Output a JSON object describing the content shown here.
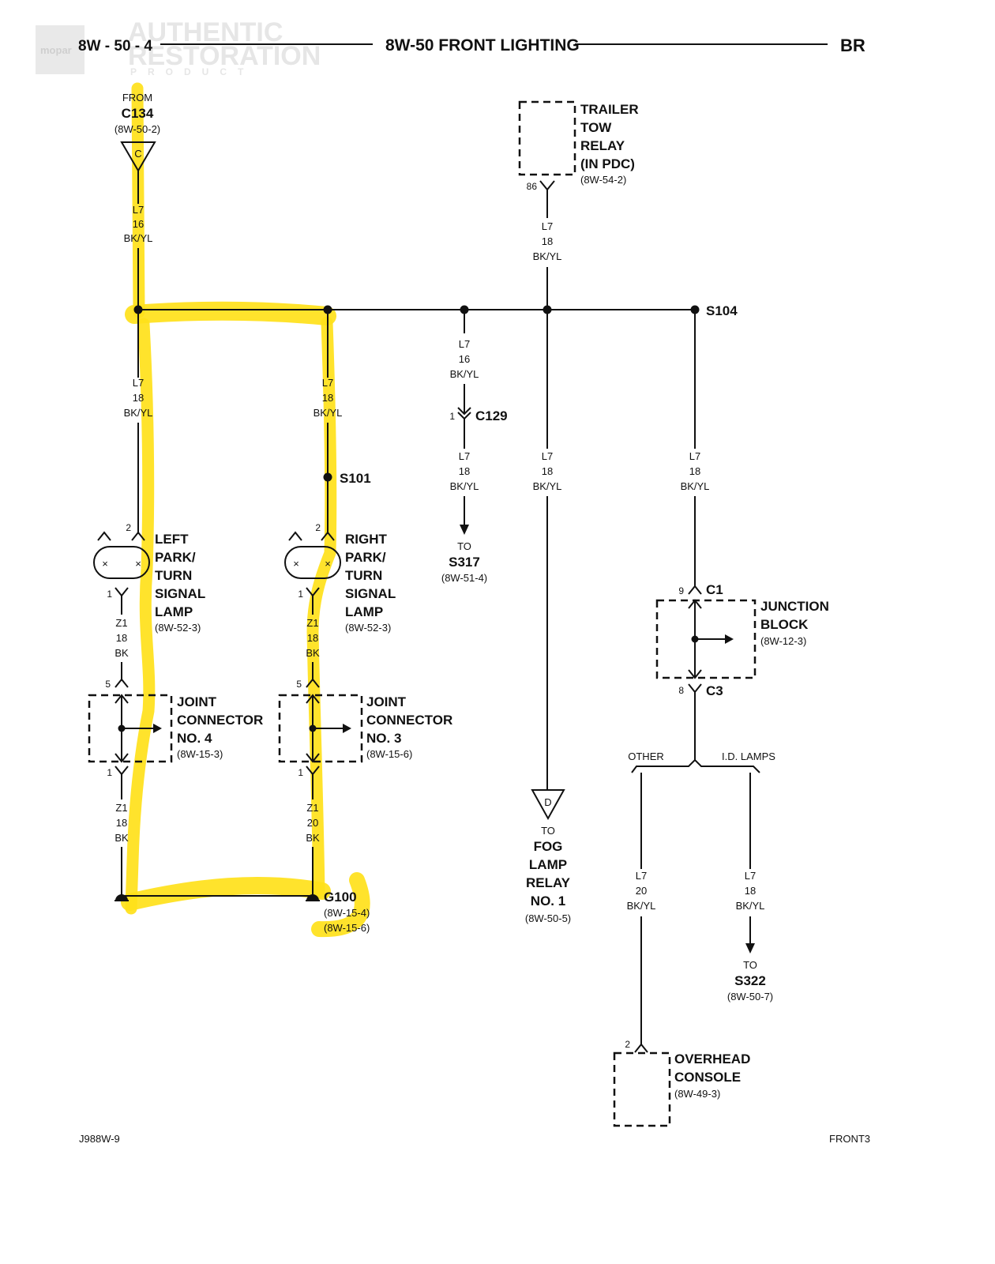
{
  "header": {
    "page_number": "8W - 50 - 4",
    "title": "8W-50 FRONT LIGHTING",
    "model": "BR",
    "logo_text": "mopar",
    "watermark_line1": "AUTHENTIC",
    "watermark_line2": "RESTORATION",
    "watermark_line3": "PRODUCT"
  },
  "source": {
    "from": "FROM",
    "connector": "C134",
    "ref": "(8W-50-2)",
    "symbol": "C"
  },
  "trailer_relay": {
    "line1": "TRAILER",
    "line2": "TOW",
    "line3": "RELAY",
    "line4": "(IN PDC)",
    "ref": "(8W-54-2)",
    "pin": "86"
  },
  "wires": {
    "c134": {
      "circuit": "L7",
      "gauge": "16",
      "color": "BK/YL"
    },
    "relay": {
      "circuit": "L7",
      "gauge": "18",
      "color": "BK/YL"
    },
    "left_lamp_feed": {
      "circuit": "L7",
      "gauge": "18",
      "color": "BK/YL"
    },
    "right_lamp_feed": {
      "circuit": "L7",
      "gauge": "18",
      "color": "BK/YL"
    },
    "c129_upper": {
      "circuit": "L7",
      "gauge": "16",
      "color": "BK/YL"
    },
    "c129_lower": {
      "circuit": "L7",
      "gauge": "18",
      "color": "BK/YL"
    },
    "fog": {
      "circuit": "L7",
      "gauge": "18",
      "color": "BK/YL"
    },
    "jb_feed": {
      "circuit": "L7",
      "gauge": "18",
      "color": "BK/YL"
    },
    "left_ground_a": {
      "circuit": "Z1",
      "gauge": "18",
      "color": "BK"
    },
    "left_ground_b": {
      "circuit": "Z1",
      "gauge": "18",
      "color": "BK"
    },
    "right_ground_a": {
      "circuit": "Z1",
      "gauge": "18",
      "color": "BK"
    },
    "right_ground_b": {
      "circuit": "Z1",
      "gauge": "20",
      "color": "BK"
    },
    "other": {
      "circuit": "L7",
      "gauge": "20",
      "color": "BK/YL"
    },
    "id_lamps": {
      "circuit": "L7",
      "gauge": "18",
      "color": "BK/YL"
    }
  },
  "splices": {
    "s104": "S104",
    "s101": "S101"
  },
  "c129": {
    "label": "C129",
    "pin": "1"
  },
  "to_s317": {
    "to": "TO",
    "target": "S317",
    "ref": "(8W-51-4)"
  },
  "to_fog": {
    "symbol": "D",
    "to": "TO",
    "line1": "FOG",
    "line2": "LAMP",
    "line3": "RELAY",
    "line4": "NO. 1",
    "ref": "(8W-50-5)"
  },
  "left_lamp": {
    "line1": "LEFT",
    "line2": "PARK/",
    "line3": "TURN",
    "line4": "SIGNAL",
    "line5": "LAMP",
    "ref": "(8W-52-3)",
    "pin_top": "2",
    "pin_bottom": "1"
  },
  "right_lamp": {
    "line1": "RIGHT",
    "line2": "PARK/",
    "line3": "TURN",
    "line4": "SIGNAL",
    "line5": "LAMP",
    "ref": "(8W-52-3)",
    "pin_top": "2",
    "pin_bottom": "1"
  },
  "jc4": {
    "line1": "JOINT",
    "line2": "CONNECTOR",
    "line3": "NO. 4",
    "ref": "(8W-15-3)",
    "pin_top": "5",
    "pin_bottom": "1"
  },
  "jc3": {
    "line1": "JOINT",
    "line2": "CONNECTOR",
    "line3": "NO. 3",
    "ref": "(8W-15-6)",
    "pin_top": "5",
    "pin_bottom": "1"
  },
  "ground": {
    "label": "G100",
    "ref1": "(8W-15-4)",
    "ref2": "(8W-15-6)"
  },
  "junction_block": {
    "line1": "JUNCTION",
    "line2": "BLOCK",
    "ref": "(8W-12-3)",
    "c1": "C1",
    "c3": "C3",
    "pin_top": "9",
    "pin_bottom": "8"
  },
  "branch": {
    "other": "OTHER",
    "id_lamps": "I.D. LAMPS"
  },
  "to_s322": {
    "to": "TO",
    "target": "S322",
    "ref": "(8W-50-7)"
  },
  "overhead": {
    "line1": "OVERHEAD",
    "line2": "CONSOLE",
    "ref": "(8W-49-3)",
    "pin": "2"
  },
  "footer": {
    "left": "J988W-9",
    "right": "FRONT3"
  },
  "colors": {
    "highlight": "#ffe11a",
    "ink": "#111111"
  }
}
